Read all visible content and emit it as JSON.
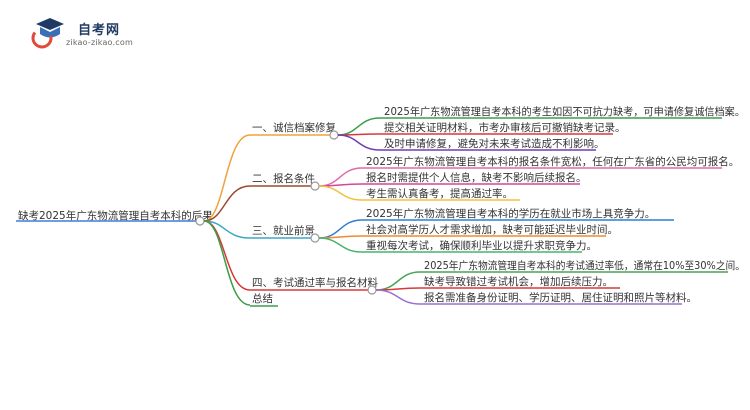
{
  "logo": {
    "title": "自考网",
    "subtitle": "zikao-zikao.com"
  },
  "root": {
    "label": "缺考2025年广东物流管理自考本科的后果"
  },
  "branches": [
    {
      "label": "一、诚信档案修复",
      "color": "#f0a23b",
      "items": [
        {
          "text": "2025年广东物流管理自考本科的考生如因不可抗力缺考，可申请修复诚信档案。",
          "color": "#3c9d4a"
        },
        {
          "text": "提交相关证明材料，市考办审核后可撤销缺考记录。",
          "color": "#d93838"
        },
        {
          "text": "及时申请修复，避免对未来考试造成不利影响。",
          "color": "#6a3fb5"
        }
      ]
    },
    {
      "label": "二、报名条件",
      "color": "#9b4a2f",
      "items": [
        {
          "text": "2025年广东物流管理自考本科的报名条件宽松，任何在广东省的公民均可报名。",
          "color": "#e06aa8"
        },
        {
          "text": "报名时需提供个人信息，缺考不影响后续报名。",
          "color": "#d6469a"
        },
        {
          "text": "考生需认真备考，提高通过率。",
          "color": "#f0c23b"
        }
      ]
    },
    {
      "label": "三、就业前景",
      "color": "#3aa8c8",
      "items": [
        {
          "text": "2025年广东物流管理自考本科的学历在就业市场上具竞争力。",
          "color": "#2f7fd1"
        },
        {
          "text": "社会对高学历人才需求增加，缺考可能延迟毕业时间。",
          "color": "#f08a2e"
        },
        {
          "text": "重视每次考试，确保顺利毕业以提升求职竞争力。",
          "color": "#49b36a"
        }
      ]
    },
    {
      "label": "四、考试通过率与报名材料",
      "color": "#d93838",
      "items": [
        {
          "text": "2025年广东物流管理自考本科的考试通过率低，通常在10%至30%之间。",
          "color": "#49a35a"
        },
        {
          "text": "缺考导致错过考试机会，增加后续压力。",
          "color": "#d93838"
        },
        {
          "text": "报名需准备身份证明、学历证明、居住证明和照片等材料。",
          "color": "#9b6fd6"
        }
      ]
    },
    {
      "label": "总结",
      "color": "#3c9d4a",
      "items": []
    }
  ],
  "colors": {
    "root_line": "#3a7fd8",
    "node_stroke": "#999999"
  }
}
